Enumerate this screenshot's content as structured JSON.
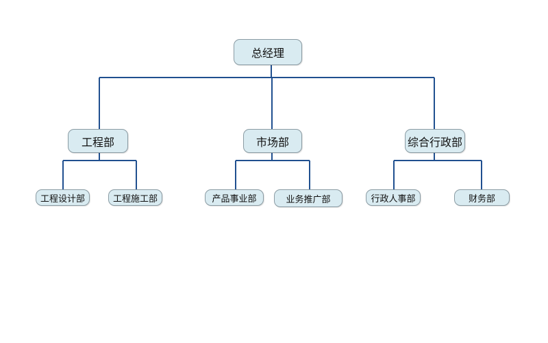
{
  "org_chart": {
    "root": {
      "label": "总经理"
    },
    "departments": [
      {
        "label": "工程部",
        "children": [
          "工程设计部",
          "工程施工部"
        ]
      },
      {
        "label": "市场部",
        "children": [
          "产品事业部",
          "业务推广部"
        ]
      },
      {
        "label": "综合行政部",
        "children": [
          "行政人事部",
          "财务部"
        ]
      }
    ]
  },
  "colors": {
    "node_fill": "#d9ebf1",
    "node_border": "#8a9ba3",
    "connector": "#1f4f8f"
  }
}
